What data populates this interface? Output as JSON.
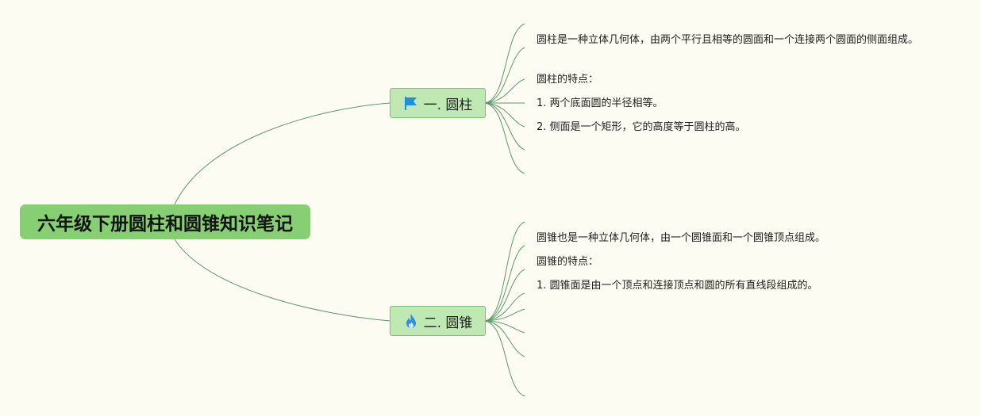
{
  "root": {
    "title": "六年级下册圆柱和圆锥知识笔记"
  },
  "branches": [
    {
      "label": "一. 圆柱",
      "icon": "flag-icon",
      "notes": [
        "圆柱是一种立体几何体，由两个平行且相等的圆面和一个连接两个圆面的侧面组成。",
        "圆柱的特点：",
        "1. 两个底面圆的半径相等。",
        "2. 侧面是一个矩形，它的高度等于圆柱的高。"
      ]
    },
    {
      "label": "二. 圆锥",
      "icon": "fire-icon",
      "notes": [
        "圆锥也是一种立体几何体，由一个圆锥面和一个圆锥顶点组成。",
        "圆锥的特点：",
        "1. 圆锥面是由一个顶点和连接顶点和圆的所有直线段组成的。"
      ]
    }
  ],
  "colors": {
    "background": "#fdfcf3",
    "root_fill": "#86cf72",
    "branch_fill": "#bfe8b2",
    "branch_border": "#7fbf76",
    "connector": "#5c9a6a",
    "flag_icon": "#1f8fe0",
    "fire_icon": "#2f8ee8"
  }
}
